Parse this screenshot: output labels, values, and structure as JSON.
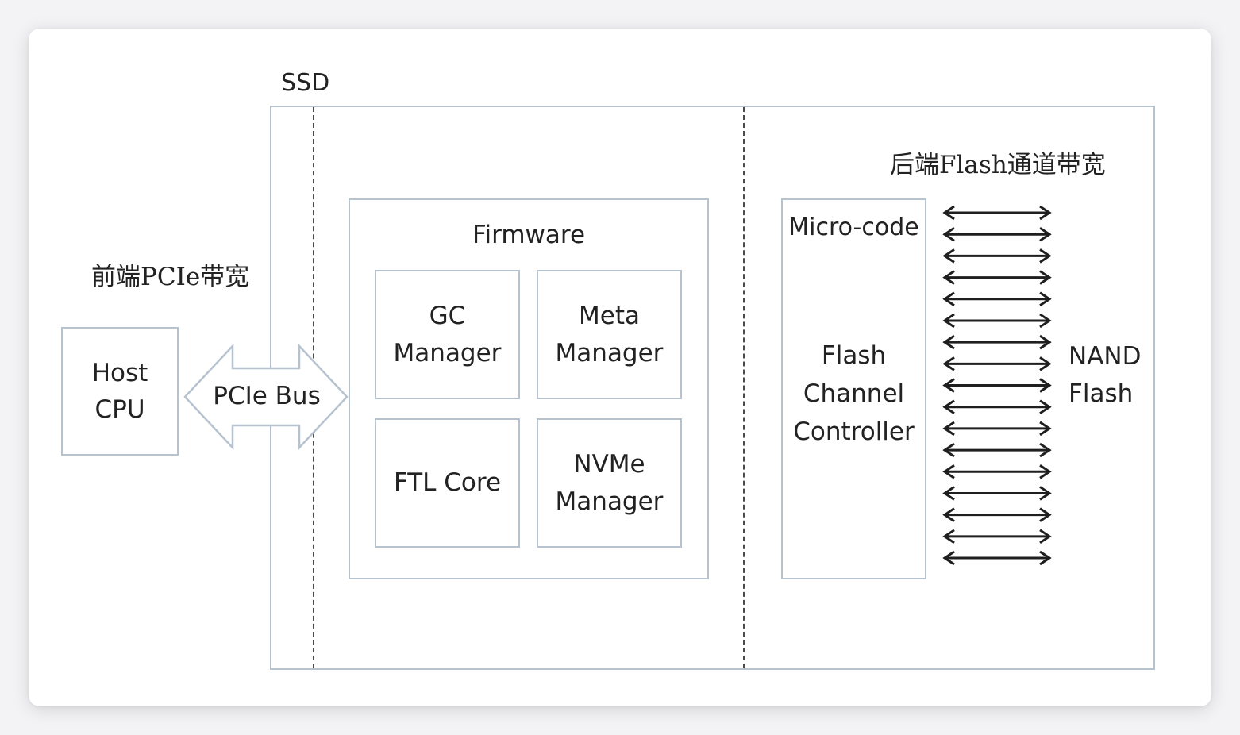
{
  "labels": {
    "ssd": "SSD",
    "front_bandwidth": "前端PCIe带宽",
    "back_bandwidth": "后端Flash通道带宽",
    "host_cpu": "Host\nCPU",
    "pcie_bus": "PCIe Bus",
    "firmware": "Firmware",
    "gc_manager": "GC\nManager",
    "meta_manager": "Meta\nManager",
    "ftl_core": "FTL Core",
    "nvme_manager": "NVMe\nManager",
    "micro_code": "Micro-code",
    "flash_channel_controller": "Flash\nChannel\nController",
    "nand_flash": "NAND\nFlash"
  },
  "colors": {
    "box_border": "#b7c2cf",
    "arrow_stroke": "#1f1f1f",
    "dashed_line": "#4a4a4a",
    "text": "#222222"
  },
  "flash_channel_arrow_count": 17
}
